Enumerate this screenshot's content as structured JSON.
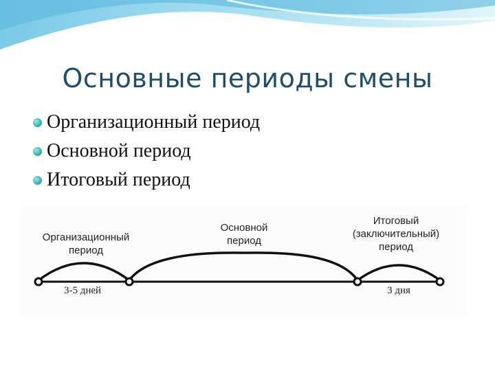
{
  "slide": {
    "title": "Основные периоды смены",
    "bullets": [
      "Организационный период",
      "Основной период",
      "Итоговый период"
    ]
  },
  "diagram": {
    "periods": [
      {
        "label_line1": "Организационный",
        "label_line2": "период",
        "duration": "3-5 дней"
      },
      {
        "label_line1": "Основной",
        "label_line2": "период",
        "duration": ""
      },
      {
        "label_line0": "Итоговый",
        "label_line1": "(заключительный)",
        "label_line2": "период",
        "duration": "3 дня"
      }
    ]
  },
  "colors": {
    "title": "#1f4e68",
    "bullet": "#2aa9a4",
    "wave": "#8fd3ea"
  }
}
